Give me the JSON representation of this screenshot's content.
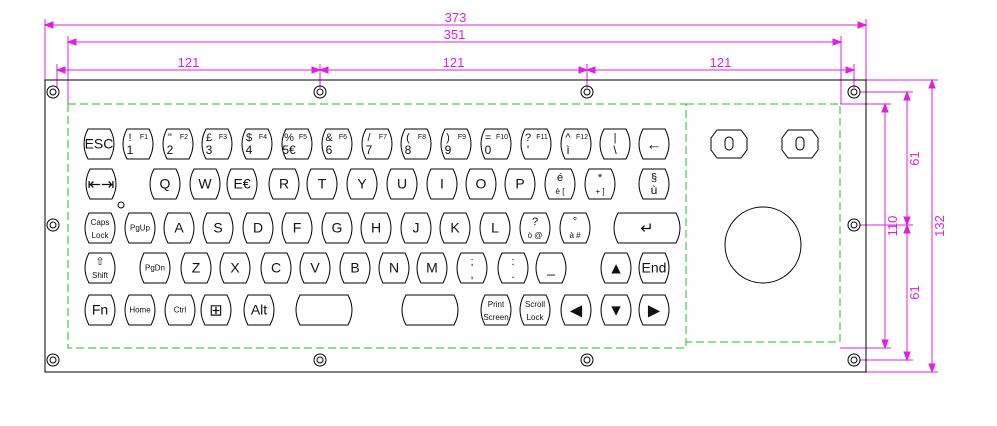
{
  "dimensions": {
    "overall_width": "373",
    "inner_width": "351",
    "hole_spacing": [
      "121",
      "121",
      "121"
    ],
    "overall_height": "132",
    "inner_height": "110",
    "half_heights": [
      "61",
      "61"
    ]
  },
  "colors": {
    "dimension": "#e020e0",
    "dashed": "#20c020",
    "line": "#000000"
  },
  "keys": [
    [
      {
        "m": "ESC"
      },
      {
        "t": "!",
        "b": "1",
        "f": "F1"
      },
      {
        "t": "\"",
        "b": "2",
        "f": "F2"
      },
      {
        "t": "£",
        "b": "3",
        "f": "F3"
      },
      {
        "t": "$",
        "b": "4",
        "f": "F4"
      },
      {
        "t": "%",
        "b": "5€",
        "f": "F5"
      },
      {
        "t": "&",
        "b": "6",
        "f": "F6"
      },
      {
        "t": "/",
        "b": "7",
        "f": "F7"
      },
      {
        "t": "(",
        "b": "8",
        "f": "F8"
      },
      {
        "t": ")",
        "b": "9",
        "f": "F9"
      },
      {
        "t": "=",
        "b": "0",
        "f": "F10"
      },
      {
        "t": "?",
        "b": "'",
        "f": "F11"
      },
      {
        "t": "^",
        "b": "ì",
        "f": "F12"
      },
      {
        "t": "|",
        "b": "\\"
      },
      {
        "icon": "backspace-arrow-icon",
        "m": "←"
      }
    ],
    [
      {
        "icon": "tab-icon",
        "m": "⇤⇥"
      },
      {
        "m": "Q"
      },
      {
        "m": "W"
      },
      {
        "m": "E€"
      },
      {
        "m": "R"
      },
      {
        "m": "T"
      },
      {
        "m": "Y"
      },
      {
        "m": "U"
      },
      {
        "m": "I"
      },
      {
        "m": "O"
      },
      {
        "m": "P"
      },
      {
        "t": "é",
        "b": "è ["
      },
      {
        "t": "*",
        "b": "+ ]"
      },
      {
        "t": "§",
        "b": "ù"
      }
    ],
    [
      {
        "t": "Caps",
        "b": "Lock"
      },
      {
        "m": "PgUp"
      },
      {
        "m": "A"
      },
      {
        "m": "S"
      },
      {
        "m": "D"
      },
      {
        "m": "F"
      },
      {
        "m": "G"
      },
      {
        "m": "H"
      },
      {
        "m": "J"
      },
      {
        "m": "K"
      },
      {
        "m": "L"
      },
      {
        "t": "?",
        "b": "ò @"
      },
      {
        "t": "°",
        "b": "à #"
      },
      {
        "icon": "enter-icon",
        "m": "↵"
      }
    ],
    [
      {
        "t": "⇧",
        "b": "Shift"
      },
      {
        "m": "PgDn"
      },
      {
        "m": "Z"
      },
      {
        "m": "X"
      },
      {
        "m": "C"
      },
      {
        "m": "V"
      },
      {
        "m": "B"
      },
      {
        "m": "N"
      },
      {
        "m": "M"
      },
      {
        "t": ";",
        "b": ","
      },
      {
        "t": ":",
        "b": "."
      },
      {
        "m": "_"
      },
      {
        "icon": "arrow-up-icon",
        "m": "▲"
      },
      {
        "m": "End"
      }
    ],
    [
      {
        "m": "Fn"
      },
      {
        "m": "Home"
      },
      {
        "m": "Ctrl"
      },
      {
        "icon": "windows-icon",
        "m": "⊞"
      },
      {
        "m": "Alt"
      },
      {
        "m": ""
      },
      {
        "m": ""
      },
      {
        "t": "Print",
        "b": "Screen"
      },
      {
        "t": "Scroll",
        "b": "Lock"
      },
      {
        "icon": "arrow-left-icon",
        "m": "◀"
      },
      {
        "icon": "arrow-down-icon",
        "m": "▼"
      },
      {
        "icon": "arrow-right-icon",
        "m": "▶"
      }
    ]
  ]
}
